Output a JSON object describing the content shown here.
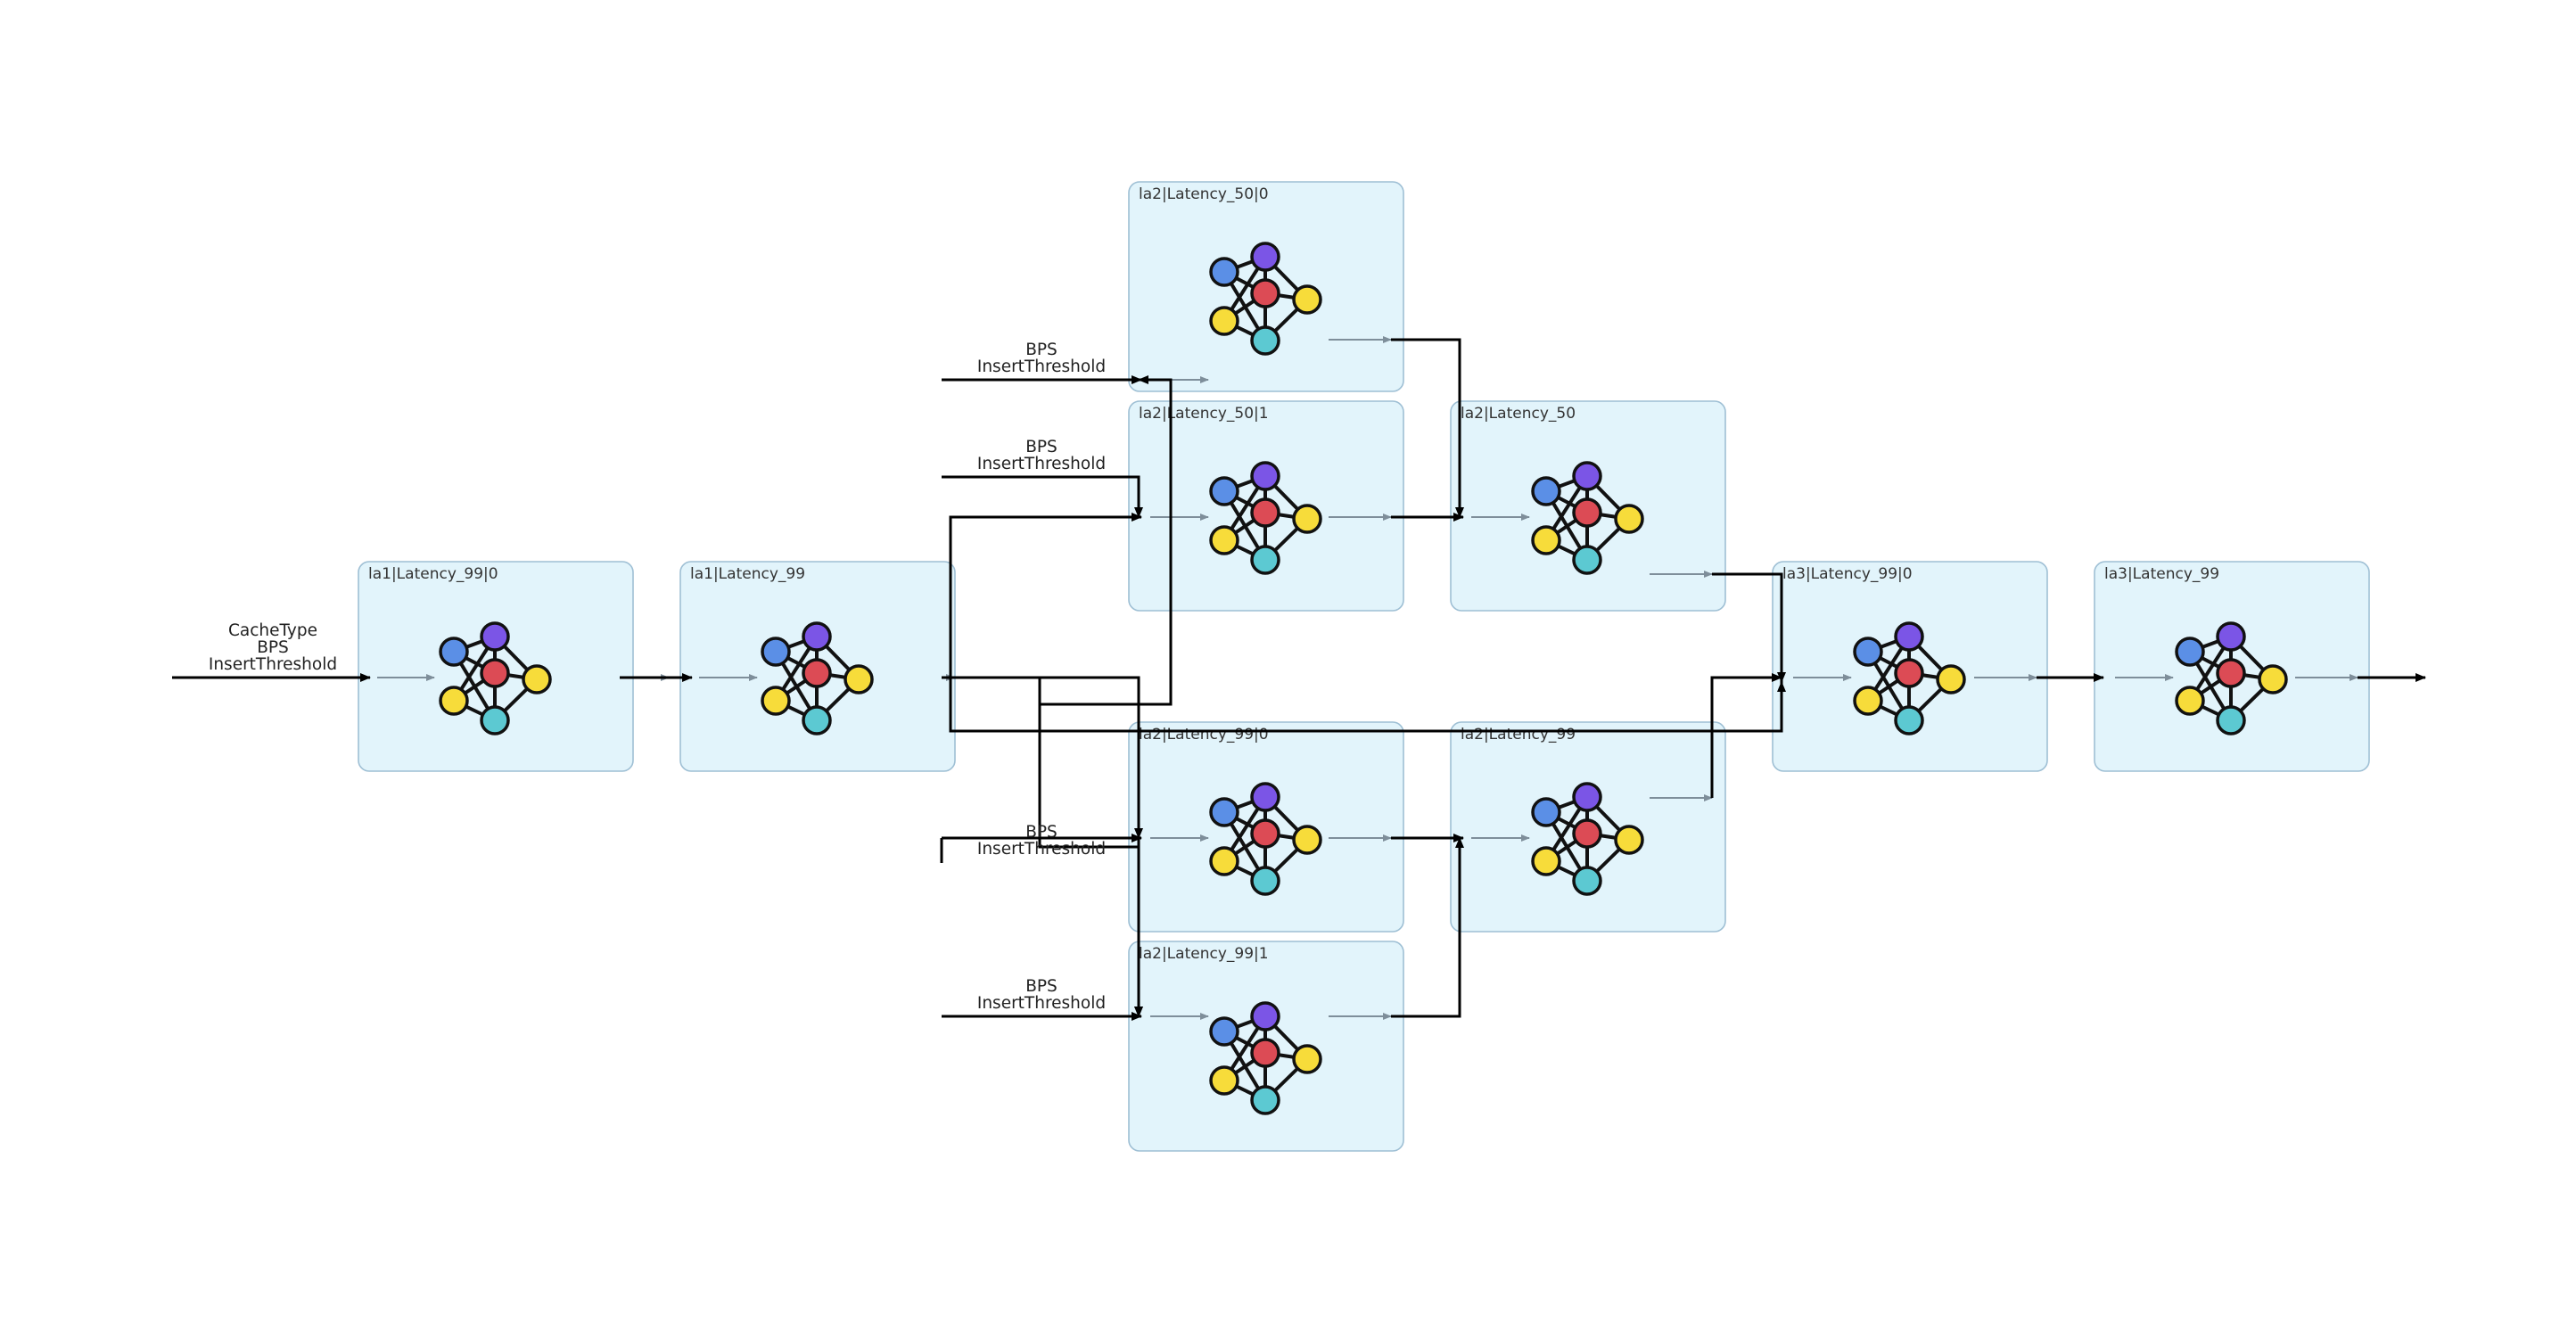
{
  "colors": {
    "box_fill": "#e2f4fb",
    "box_border": "#9ebfd4",
    "wire": "#000000",
    "stub": "#7e8e9a",
    "net_blue": "#5b8fe6",
    "net_purple": "#7b55e6",
    "net_red": "#dc4b55",
    "net_yellow": "#f7dc3a",
    "net_cyan": "#5cc9d2"
  },
  "icons": {
    "node": "neural-network-icon"
  },
  "nodes": [
    {
      "id": "la1_99_0",
      "label": "la1|Latency_99|0"
    },
    {
      "id": "la1_99",
      "label": "la1|Latency_99"
    },
    {
      "id": "la2_50_0",
      "label": "la2|Latency_50|0"
    },
    {
      "id": "la2_50_1",
      "label": "la2|Latency_50|1"
    },
    {
      "id": "la2_50",
      "label": "la2|Latency_50"
    },
    {
      "id": "la2_99_0",
      "label": "la2|Latency_99|0"
    },
    {
      "id": "la2_99",
      "label": "la2|Latency_99"
    },
    {
      "id": "la2_99_1",
      "label": "la2|Latency_99|1"
    },
    {
      "id": "la3_99_0",
      "label": "la3|Latency_99|0"
    },
    {
      "id": "la3_99",
      "label": "la3|Latency_99"
    }
  ],
  "inputs": [
    {
      "id": "main",
      "lines": [
        "CacheType",
        "BPS",
        "InsertThreshold"
      ]
    },
    {
      "id": "in_50_0",
      "lines": [
        "BPS",
        "InsertThreshold"
      ]
    },
    {
      "id": "in_50_1",
      "lines": [
        "BPS",
        "InsertThreshold"
      ]
    },
    {
      "id": "in_99_0",
      "lines": [
        "BPS",
        "InsertThreshold"
      ]
    },
    {
      "id": "in_99_1",
      "lines": [
        "BPS",
        "InsertThreshold"
      ]
    }
  ]
}
